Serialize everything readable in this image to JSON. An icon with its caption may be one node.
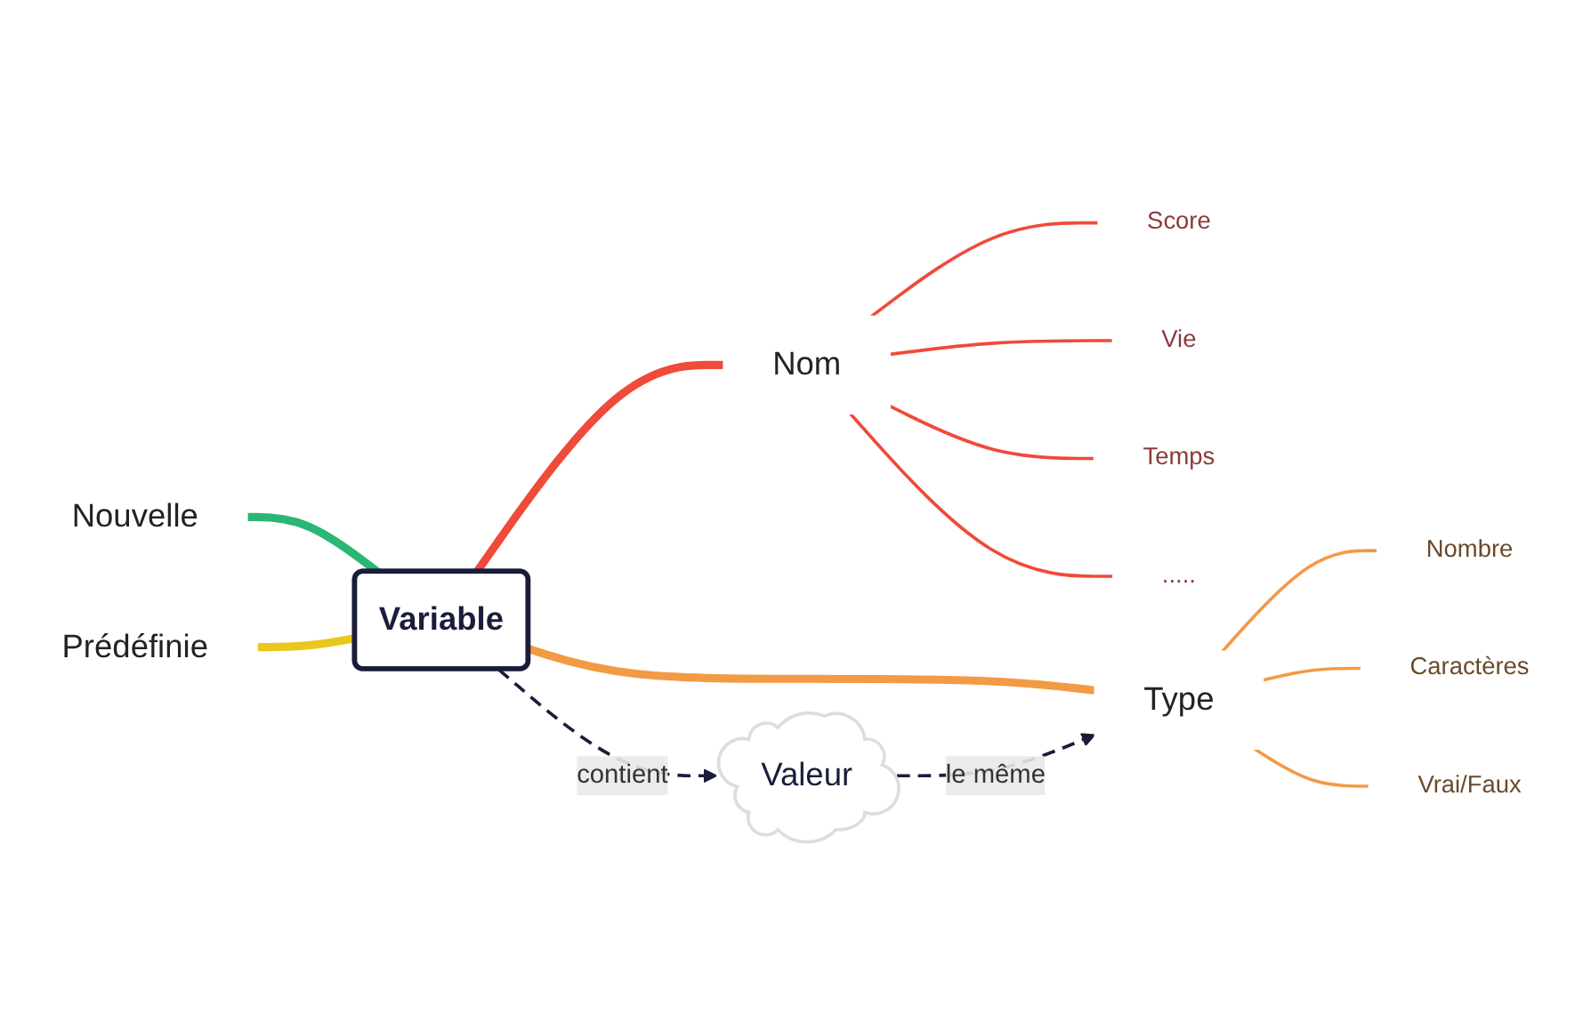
{
  "diagram": {
    "nodes": [
      {
        "text": [
          "Nouvelle"
        ]
      },
      {
        "text": [
          "Prédéfinie"
        ]
      },
      {
        "text": [
          "Variable"
        ]
      },
      {
        "text": [
          "Nom"
        ]
      },
      {
        "text": [
          "Score"
        ]
      },
      {
        "text": [
          "Vie"
        ]
      },
      {
        "text": [
          "Temps"
        ]
      },
      {
        "text": [
          "....."
        ]
      },
      {
        "text": [
          "Type"
        ]
      },
      {
        "text": [
          "Nombre"
        ]
      },
      {
        "text": [
          "Caractères"
        ]
      },
      {
        "text": [
          "Vrai/Faux"
        ]
      },
      {
        "text": [
          "Valeur"
        ]
      }
    ],
    "edges": [
      {
        "from": 0,
        "to": 2,
        "arrow": "none",
        "style": "thick",
        "color": "#2bb673"
      },
      {
        "from": 1,
        "to": 2,
        "arrow": "none",
        "style": "thick",
        "color": "#e8c81a"
      },
      {
        "from": 2,
        "to": 3,
        "arrow": "none",
        "style": "thick",
        "color": "#f04a3a"
      },
      {
        "from": 3,
        "to": 4,
        "arrow": "none",
        "color": "#f04a3a"
      },
      {
        "from": 3,
        "to": 5,
        "arrow": "none",
        "color": "#f04a3a"
      },
      {
        "from": 3,
        "to": 6,
        "arrow": "none",
        "color": "#f04a3a"
      },
      {
        "from": 3,
        "to": 7,
        "arrow": "none",
        "color": "#f04a3a"
      },
      {
        "from": 2,
        "to": 8,
        "arrow": "none",
        "style": "thick",
        "color": "#f39a45"
      },
      {
        "from": 8,
        "to": 9,
        "arrow": "none",
        "color": "#f39a45"
      },
      {
        "from": 8,
        "to": 10,
        "arrow": "none",
        "color": "#f39a45"
      },
      {
        "from": 8,
        "to": 11,
        "arrow": "none",
        "color": "#f39a45"
      },
      {
        "from": 2,
        "to": 12,
        "arrow": "to",
        "label": "contient",
        "style": "dashed",
        "color": "#1a1d3a"
      },
      {
        "from": 12,
        "to": 8,
        "arrow": "to",
        "label": "le même",
        "style": "dashed",
        "color": "#1a1d3a"
      }
    ]
  }
}
